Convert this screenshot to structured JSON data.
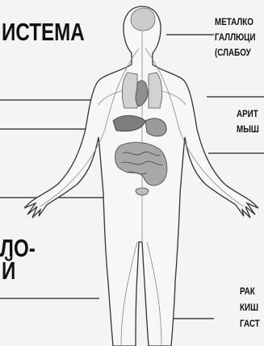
{
  "left_labels": {
    "top": "ИСТЕМА",
    "middle_line1": "ЛО-",
    "middle_line2": "Й"
  },
  "right_labels": {
    "top": [
      "МЕТАЛКО",
      "ГАЛЛЮЦИ",
      "(СЛАБОУ"
    ],
    "middle": [
      "АРИТ",
      "МЫШ"
    ],
    "bottom": [
      "РАК ",
      "КИШ",
      "ГАСТ"
    ]
  }
}
